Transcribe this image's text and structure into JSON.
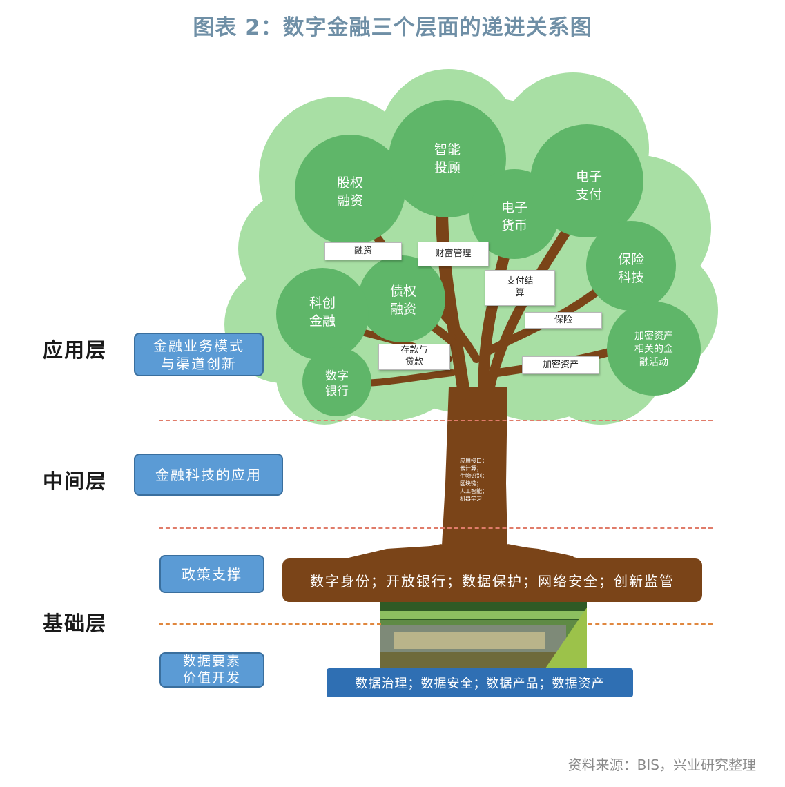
{
  "title": "图表 2：数字金融三个层面的递进关系图",
  "layers": {
    "application": {
      "label": "应用层",
      "box": "金融业务模式\n与渠道创新"
    },
    "middle": {
      "label": "中间层",
      "box": "金融科技的应用"
    },
    "foundation": {
      "label": "基础层",
      "box_policy": "政策支撑",
      "box_data": "数据要素\n价值开发"
    }
  },
  "tree": {
    "circles": [
      {
        "name": "股权融资",
        "lines": [
          "股权",
          "融资"
        ]
      },
      {
        "name": "智能投顾",
        "lines": [
          "智能",
          "投顾"
        ]
      },
      {
        "name": "电子支付",
        "lines": [
          "电子",
          "支付"
        ]
      },
      {
        "name": "电子货币",
        "lines": [
          "电子",
          "货币"
        ]
      },
      {
        "name": "保险科技",
        "lines": [
          "保险",
          "科技"
        ]
      },
      {
        "name": "债权融资",
        "lines": [
          "债权",
          "融资"
        ]
      },
      {
        "name": "科创金融",
        "lines": [
          "科创",
          "金融"
        ]
      },
      {
        "name": "数字银行",
        "lines": [
          "数字",
          "银行"
        ]
      },
      {
        "name": "加密资产相关的金融活动",
        "lines": [
          "加密资产",
          "相关的金",
          "融活动"
        ]
      }
    ],
    "branch_tags": {
      "rongzi": "融资",
      "caifu": "财富管理",
      "zhifu": "支付结\n算",
      "baoxian": "保险",
      "cunkuan": "存款与\n贷款",
      "jiami": "加密资产"
    },
    "trunk_tech": [
      "应用接口；",
      "云计算；",
      "生物识别；",
      "区块链；",
      "人工智能；",
      "机器学习"
    ]
  },
  "roots_bar": "数字身份；开放银行；数据保护；网络安全；创新监管",
  "data_bar": "数据治理；数据安全；数据产品；数据资产",
  "source": "资料来源：BIS，兴业研究整理",
  "colors": {
    "canopy_light": "#a8dfa4",
    "canopy_circle": "#5fb669",
    "trunk": "#7a4418",
    "blue_box": "#5b9bd5",
    "data_bar": "#2f6fb3",
    "title": "#6f8fa6"
  }
}
